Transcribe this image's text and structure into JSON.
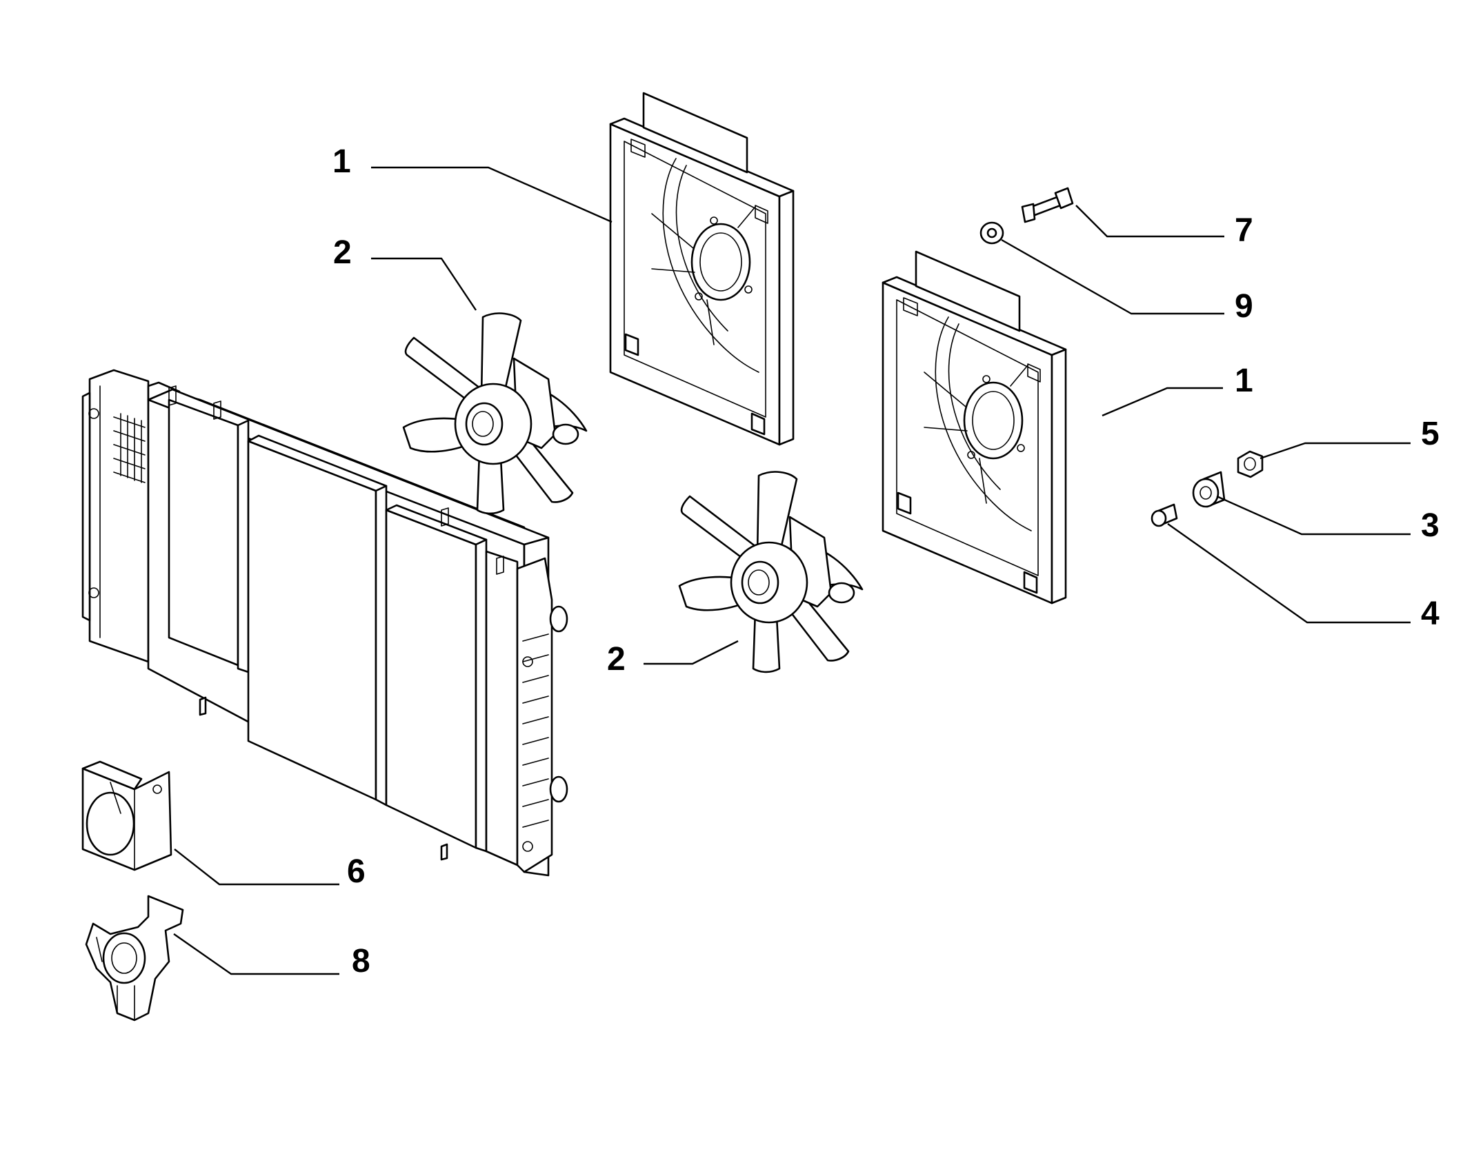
{
  "callouts": [
    {
      "id": "c1a",
      "label": "1",
      "part": "fan-shroud"
    },
    {
      "id": "c2a",
      "label": "2",
      "part": "electric-fan"
    },
    {
      "id": "c7",
      "label": "7",
      "part": "bolt"
    },
    {
      "id": "c9",
      "label": "9",
      "part": "washer"
    },
    {
      "id": "c1b",
      "label": "1",
      "part": "fan-shroud"
    },
    {
      "id": "c5",
      "label": "5",
      "part": "nut"
    },
    {
      "id": "c3",
      "label": "3",
      "part": "rubber-mount"
    },
    {
      "id": "c4",
      "label": "4",
      "part": "spacer-bushing"
    },
    {
      "id": "c2b",
      "label": "2",
      "part": "electric-fan"
    },
    {
      "id": "c6",
      "label": "6",
      "part": "radiator-bracket"
    },
    {
      "id": "c8",
      "label": "8",
      "part": "mounting-clip"
    }
  ],
  "colors": {
    "line": "#000000",
    "background": "#ffffff"
  }
}
